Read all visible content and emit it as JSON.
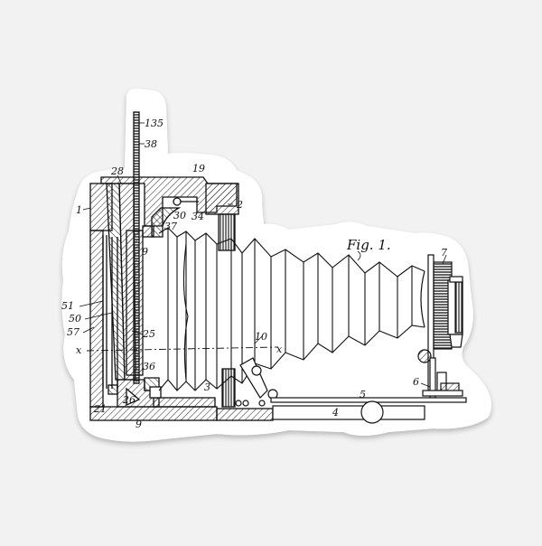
{
  "figure": {
    "title": "Fig. 1.",
    "subject": "camera-patent-drawing-sticker",
    "background_color": "#f2f2f2",
    "sticker_color": "#ffffff",
    "ink_color": "#111111"
  },
  "labels": {
    "l135": "135",
    "l38": "38",
    "l28": "28",
    "l19": "19",
    "l1": "1",
    "l2": "2",
    "l30": "30",
    "l34": "34",
    "l37": "37",
    "l9a": "9",
    "l9b": "9",
    "l51": "51",
    "l50": "50",
    "l57": "57",
    "l25": "25",
    "lx1": "x",
    "lx2": "x",
    "l10": "10",
    "l36": "36",
    "l26": "26",
    "l21": "21",
    "l3": "3",
    "l4": "4",
    "l5": "5",
    "l6": "6",
    "l7": "7"
  }
}
